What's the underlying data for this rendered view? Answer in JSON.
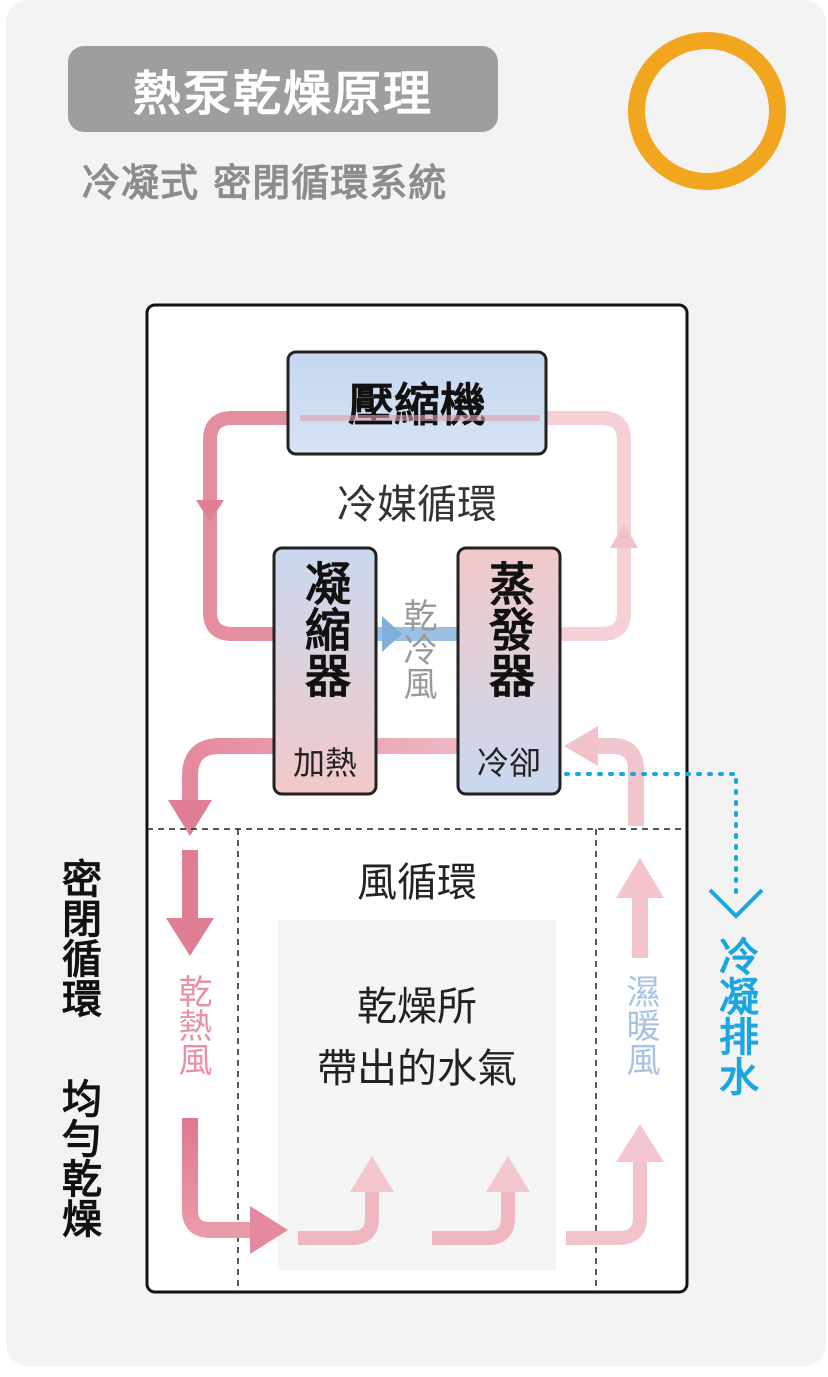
{
  "header": {
    "title": "熱泵乾燥原理",
    "subtitle": "冷凝式 密閉循環系統"
  },
  "diagram": {
    "compressor": "壓縮機",
    "refrigerant_loop": "冷媒循環",
    "condenser": "凝縮器",
    "condenser_role": "加熱",
    "evaporator": "蒸發器",
    "evaporator_role": "冷卻",
    "dry_cold_air": "乾冷風",
    "air_loop": "風循環",
    "dry_hot_air": "乾熱風",
    "humid_warm_air": "濕暖風",
    "moisture_line1": "乾燥所",
    "moisture_line2": "帶出的水氣",
    "condensate_drain": "冷凝排水",
    "side_label_1": "密閉循環",
    "side_label_2": "均勻乾燥"
  },
  "colors": {
    "title_bg": "#9e9e9e",
    "ring": "#f2a51f",
    "pink": "#e18a9d",
    "light_pink": "#f3c5cc",
    "blue": "#8fb8de",
    "cyan": "#1aa6df"
  }
}
